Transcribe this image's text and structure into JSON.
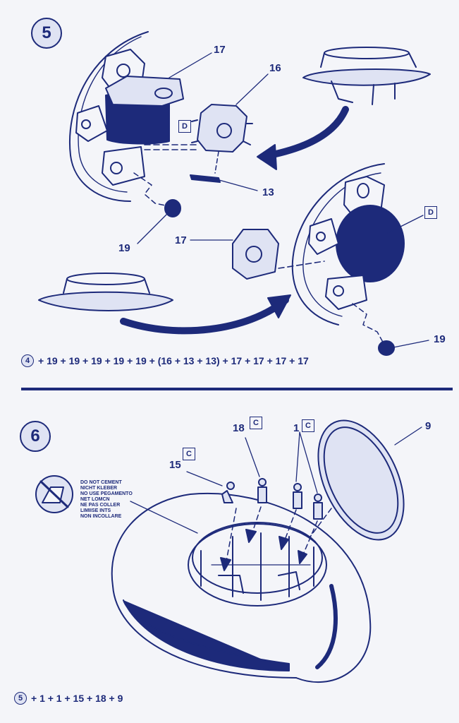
{
  "step5": {
    "number": "5",
    "labels": {
      "p17a": "17",
      "p16": "16",
      "pD1": "D",
      "p13": "13",
      "p19a": "19",
      "p17b": "17",
      "pD2": "D",
      "p19b": "19"
    },
    "sequence": {
      "ref": "4",
      "text": "+ 19 + 19 + 19 + 19 + 19 + (16 + 13 + 13) + 17 + 17 + 17 + 17"
    }
  },
  "step6": {
    "number": "6",
    "labels": {
      "p18": "18",
      "tag18": "C",
      "p1": "1",
      "tag1": "C",
      "p9": "9",
      "p15": "15",
      "tag15": "C"
    },
    "warning": [
      "DO NOT CEMENT",
      "NICHT KLEBER",
      "NO USE PEGAMENTO",
      "NET LOMCN",
      "NE PAS COLLER",
      "LIMIISE INTS",
      "NON INCOLLARE"
    ],
    "sequence": {
      "ref": "5",
      "text": "+ 1 + 1 + 15 + 18 + 9"
    }
  },
  "colors": {
    "ink": "#1d2a7a",
    "tint": "#dfe3f3",
    "paper": "#f4f5f9"
  }
}
